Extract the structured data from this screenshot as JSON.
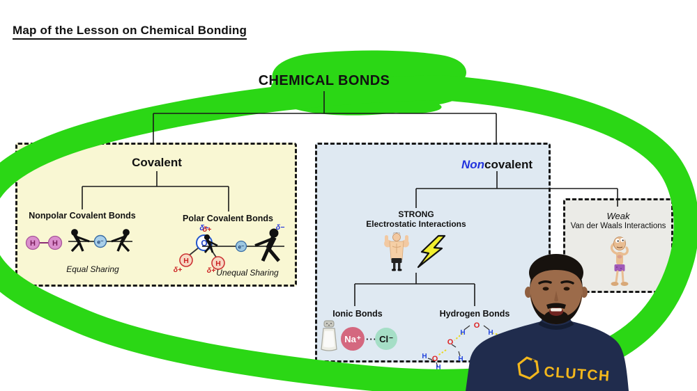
{
  "title": "Map of the Lesson on Chemical Bonding",
  "root": {
    "label": "CHEMICAL BONDS"
  },
  "covalent": {
    "heading": "Covalent",
    "nonpolar": {
      "label": "Nonpolar Covalent Bonds",
      "caption": "Equal Sharing",
      "molecule": {
        "atom1": "H",
        "atom2": "H"
      },
      "electron": "e⁻"
    },
    "polar": {
      "label": "Polar Covalent Bonds",
      "caption": "Unequal Sharing",
      "molecule": {
        "o": "O",
        "h1": "H",
        "h2": "H",
        "delta_minus": "δ−",
        "delta_plus": "δ+"
      },
      "electron": "e⁻",
      "tug_delta_plus": "δ+",
      "tug_delta_minus": "δ−"
    }
  },
  "noncovalent": {
    "heading_accent": "Non",
    "heading_rest": "covalent",
    "strong": {
      "line1": "STRONG",
      "line2": "Electrostatic Interactions"
    },
    "ionic": {
      "label": "Ionic Bonds",
      "cation": "Na",
      "cation_charge": "+",
      "anion": "Cl",
      "anion_charge": "−",
      "dots": "···"
    },
    "hydrogen": {
      "label": "Hydrogen Bonds",
      "o": "O",
      "h": "H"
    }
  },
  "weak": {
    "line1": "Weak",
    "line2": "Van der Waals Interactions"
  },
  "person": {
    "shirt_brand": "CLUTCH"
  },
  "icons": {
    "marker": "green-highlighter-loop",
    "h2_molecule": "H-H bonded atoms",
    "tug_of_war": "stick figures pulling shared electron",
    "muscle_man": "flexing bodybuilder (strong)",
    "lightning": "lightning bolt (electrostatic)",
    "salt_shaker": "salt shaker",
    "water_cluster": "hydrogen-bonded water molecules",
    "weakling": "skinny cartoon flexing (weak)",
    "clutch_logo": "hexagon benzene mark"
  },
  "colors": {
    "marker_green": "#2bd715",
    "covalent_box": "#f9f7d3",
    "noncovalent_box": "#dfe9f2",
    "weak_box": "#ebebe7",
    "sodium_ion": "#d4687f",
    "chloride_ion": "#a5dec6",
    "shirt_navy": "#202c4d",
    "brand_gold": "#f3b71c"
  }
}
